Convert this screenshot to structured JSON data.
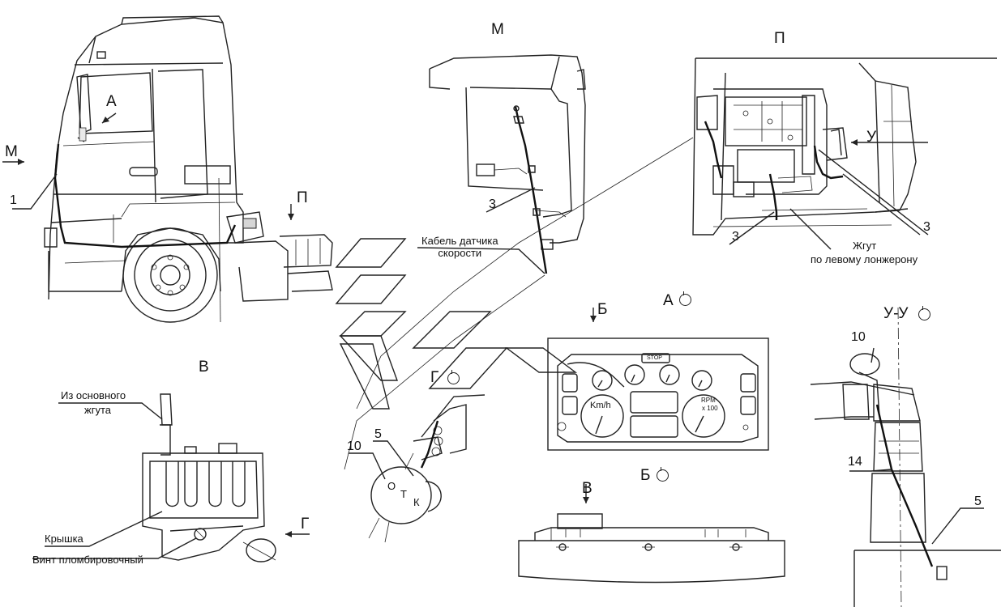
{
  "views": {
    "M": "М",
    "P": "П",
    "A": "А",
    "V": "В",
    "G": "Г",
    "B": "Б",
    "UU": "У-У",
    "U": "У"
  },
  "callouts": {
    "c1": "1",
    "c3_m": "3",
    "c3_p1": "3",
    "c3_p2": "3",
    "c10_g": "10",
    "c5_g": "5",
    "c10_u": "10",
    "c14": "14",
    "c5_u": "5"
  },
  "texts": {
    "speed_cable": "Кабель датчика\nскорости",
    "harness": "Жгут",
    "harness2": "по левому лонжерону",
    "main_harness": "Из основного",
    "main_harness2": "жгута",
    "cover": "Крышка",
    "seal_screw": "Винт пломбировочный",
    "seal_letters": [
      "О",
      "Т",
      "К"
    ]
  },
  "dashboard": {
    "stop": "STOP",
    "kmh": "Km/h",
    "rpm": "RPM",
    "x100": "x 100"
  },
  "icons": [
    "arrow-icon",
    "rotation-icon"
  ]
}
